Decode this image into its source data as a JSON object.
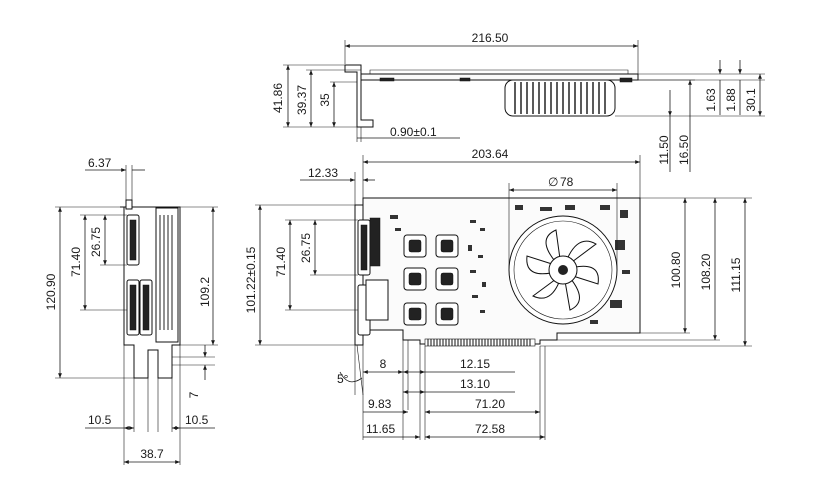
{
  "top_view": {
    "width": "216.50",
    "height_total": "41.86",
    "height_mid": "39.37",
    "height_small": "35",
    "bracket_thickness": "0.90±0.1",
    "right_dims": [
      "1.63",
      "1.88",
      "30.1"
    ],
    "fan_dims": [
      "11.50",
      "16.50"
    ]
  },
  "end_view": {
    "top_offset": "6.37",
    "height_total": "120.90",
    "height_inner": "109.2",
    "height_71": "71.40",
    "height_26": "26.75",
    "tab_height": "7",
    "left_gap": "10.5",
    "right_gap": "10.5",
    "width": "38.7"
  },
  "front_view": {
    "board_length": "203.64",
    "bracket_offset": "12.33",
    "fan_diameter": "78",
    "diameter_symbol": "∅",
    "height_101": "101.22±0.15",
    "height_71": "71.40",
    "height_26": "26.75",
    "height_100": "100.80",
    "height_108": "108.20",
    "height_111": "111.15",
    "angle": "5°",
    "bottom_dims": [
      "8",
      "12.15",
      "13.10",
      "9.83",
      "71.20",
      "11.65",
      "72.58"
    ]
  }
}
